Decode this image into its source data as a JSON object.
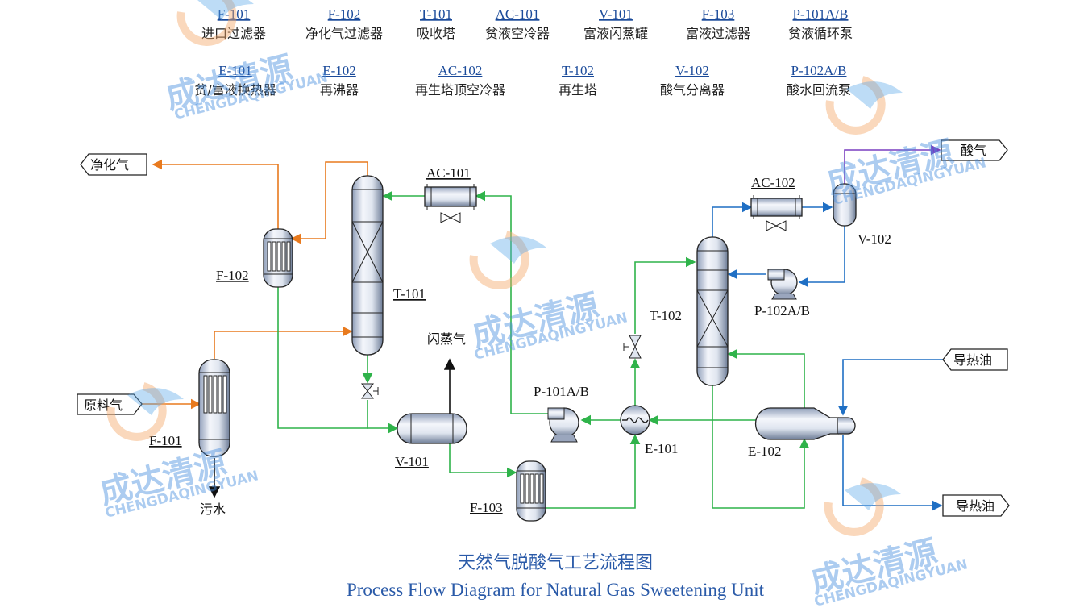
{
  "legend_top": [
    {
      "tag": "F-101",
      "desc": "进口过滤器"
    },
    {
      "tag": "F-102",
      "desc": "净化气过滤器"
    },
    {
      "tag": "T-101",
      "desc": "吸收塔"
    },
    {
      "tag": "AC-101",
      "desc": "贫液空冷器"
    },
    {
      "tag": "V-101",
      "desc": "富液闪蒸罐"
    },
    {
      "tag": "F-103",
      "desc": "富液过滤器"
    },
    {
      "tag": "P-101A/B",
      "desc": "贫液循环泵"
    }
  ],
  "legend_bottom": [
    {
      "tag": "E-101",
      "desc": "贫/富液换热器"
    },
    {
      "tag": "E-102",
      "desc": "再沸器"
    },
    {
      "tag": "AC-102",
      "desc": "再生塔顶空冷器"
    },
    {
      "tag": "T-102",
      "desc": "再生塔"
    },
    {
      "tag": "V-102",
      "desc": "酸气分离器"
    },
    {
      "tag": "P-102A/B",
      "desc": "酸水回流泵"
    }
  ],
  "equipment": {
    "f101": "F-101",
    "f102": "F-102",
    "t101": "T-101",
    "ac101": "AC-101",
    "v101": "V-101",
    "f103": "F-103",
    "p101": "P-101A/B",
    "e101": "E-101",
    "e102": "E-102",
    "t102": "T-102",
    "ac102": "AC-102",
    "v102": "V-102",
    "p102": "P-102A/B"
  },
  "streams": {
    "purified_gas": "净化气",
    "feed_gas": "原料气",
    "waste_water": "污水",
    "flash_gas": "闪蒸气",
    "acid_gas": "酸气",
    "heat_oil_in": "导热油",
    "heat_oil_out": "导热油"
  },
  "title": {
    "cn": "天然气脱酸气工艺流程图",
    "en": "Process Flow Diagram for Natural Gas Sweetening Unit"
  },
  "watermark": {
    "cn": "成达清源",
    "en": "CHENGDAQINGYUAN"
  },
  "colors": {
    "gas": "#e87a1e",
    "amine": "#2fb34a",
    "water": "#1f6fc4",
    "acid": "#7a3fc0"
  }
}
